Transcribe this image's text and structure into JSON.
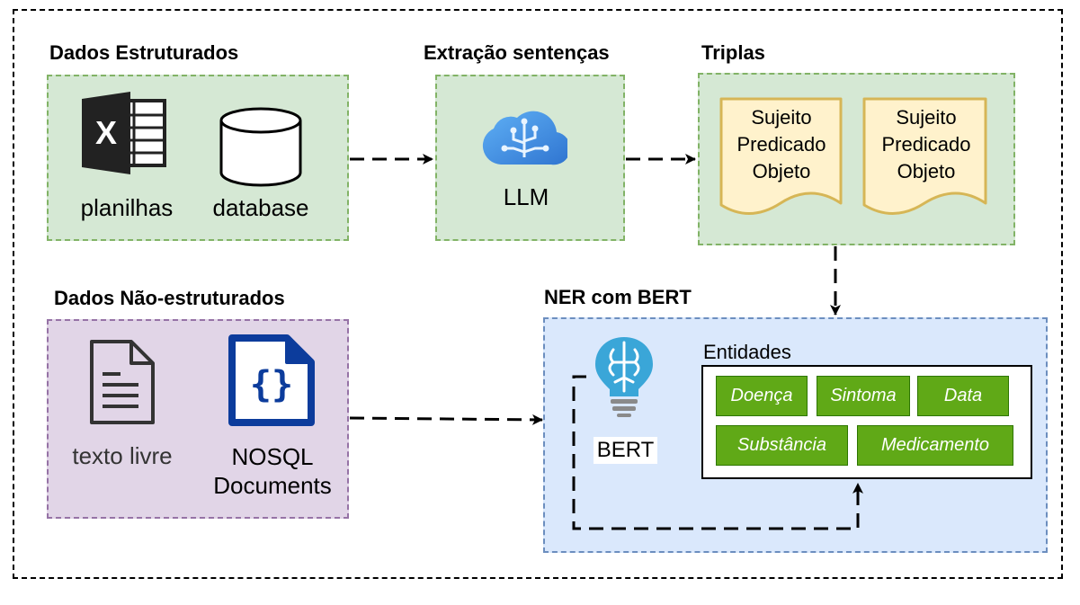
{
  "sections": {
    "structured": {
      "title": "Dados Estruturados",
      "items": [
        "planilhas",
        "database"
      ]
    },
    "extraction": {
      "title": "Extração sentenças",
      "item": "LLM"
    },
    "triples": {
      "title": "Triplas",
      "documents": [
        {
          "lines": [
            "Sujeito",
            "Predicado",
            "Objeto"
          ]
        },
        {
          "lines": [
            "Sujeito",
            "Predicado",
            "Objeto"
          ]
        }
      ]
    },
    "unstructured": {
      "title": "Dados Não-estruturados",
      "items": [
        "texto livre",
        "NOSQL\nDocuments"
      ]
    },
    "ner": {
      "title": "NER com BERT",
      "model": "BERT",
      "entities_title": "Entidades",
      "entities": [
        "Doença",
        "Sintoma",
        "Data",
        "Substância",
        "Medicamento"
      ]
    }
  },
  "colors": {
    "green_fill": "#d5e8d4",
    "green_border": "#82b366",
    "purple_fill": "#e1d5e7",
    "purple_border": "#9673a6",
    "blue_fill": "#dae8fc",
    "blue_border": "#6c8ebf",
    "doc_fill": "#fff2cc",
    "doc_border": "#d6b656",
    "entity_fill": "#60a917"
  },
  "icons": [
    "excel-icon",
    "database-icon",
    "cloud-ai-icon",
    "text-document-icon",
    "json-document-icon",
    "brain-bulb-icon"
  ]
}
